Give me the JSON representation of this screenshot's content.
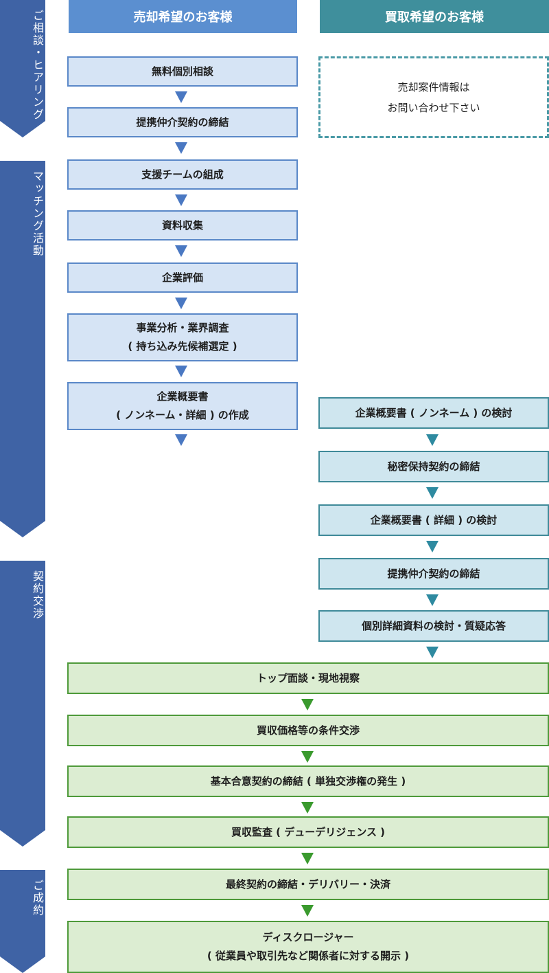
{
  "phases": [
    {
      "label": "ご相談・ヒアリング"
    },
    {
      "label": "マッチング活動"
    },
    {
      "label": "契約交渉"
    },
    {
      "label": "ご成約"
    }
  ],
  "columns": {
    "seller": "売却希望のお客様",
    "buyer": "買取希望のお客様"
  },
  "colors": {
    "phase": "#3f63a5",
    "seller_header": "#5b8fd0",
    "buyer_header": "#3f8f9c",
    "seller_box": "#d6e4f5",
    "buyer_box": "#cfe6ef",
    "joint_box": "#dcedd2"
  },
  "seller_steps": [
    {
      "lines": [
        "無料個別相談"
      ]
    },
    {
      "lines": [
        "提携仲介契約の締結"
      ]
    },
    {
      "lines": [
        "支援チームの組成"
      ]
    },
    {
      "lines": [
        "資料収集"
      ]
    },
    {
      "lines": [
        "企業評価"
      ]
    },
    {
      "lines": [
        "事業分析・業界調査",
        "( 持ち込み先候補選定 )"
      ]
    },
    {
      "lines": [
        "企業概要書",
        "( ノンネーム・詳細 ) の作成"
      ]
    }
  ],
  "buyer_note": {
    "lines": [
      "売却案件情報は",
      "お問い合わせ下さい"
    ]
  },
  "buyer_steps": [
    {
      "lines": [
        "企業概要書 ( ノンネーム ) の検討"
      ]
    },
    {
      "lines": [
        "秘密保持契約の締結"
      ]
    },
    {
      "lines": [
        "企業概要書 ( 詳細 ) の検討"
      ]
    },
    {
      "lines": [
        "提携仲介契約の締結"
      ]
    },
    {
      "lines": [
        "個別詳細資料の検討・質疑応答"
      ]
    }
  ],
  "joint_steps": [
    {
      "lines": [
        "トップ面談・現地視察"
      ]
    },
    {
      "lines": [
        "買収価格等の条件交渉"
      ]
    },
    {
      "lines": [
        "基本合意契約の締結 ( 単独交渉権の発生 )"
      ]
    },
    {
      "lines": [
        "買収監査 ( デューデリジェンス )"
      ]
    },
    {
      "lines": [
        "最終契約の締結・デリバリー・決済"
      ]
    },
    {
      "lines": [
        "ディスクロージャー",
        "( 従業員や取引先など関係者に対する開示 )"
      ]
    }
  ]
}
